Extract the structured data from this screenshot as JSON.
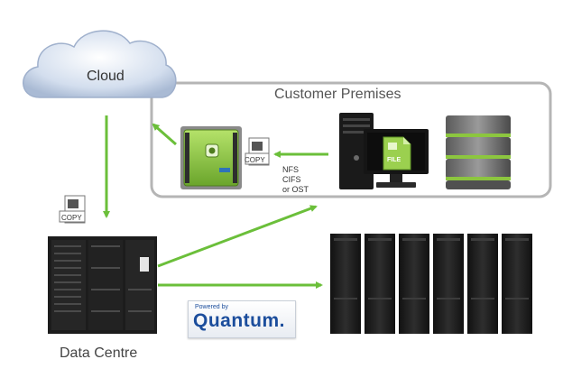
{
  "labels": {
    "cloud": "Cloud",
    "customer_premises": "Customer Premises",
    "data_centre": "Data Centre",
    "protocols": "NFS\nCIFS\nor OST",
    "copy_doc_1": "COPY",
    "copy_doc_2": "COPY",
    "file_doc": "FILE"
  },
  "logo": {
    "powered_by": "Powered by",
    "brand": "Quantum."
  },
  "colors": {
    "arrow_green": "#6bbf3a",
    "appliance_green": "#8cc63f",
    "rack_black": "#1c1c1c",
    "premises_border": "#b5b5b5",
    "cloud_blue": "#c5d3e8",
    "brand_blue": "#1b4d9c"
  },
  "icons": [
    "cloud-icon",
    "appliance-icon",
    "copy-document-icon",
    "server-tower-icon",
    "monitor-icon",
    "file-document-icon",
    "database-stack-icon",
    "rack-server-icon",
    "storage-array-icon"
  ]
}
